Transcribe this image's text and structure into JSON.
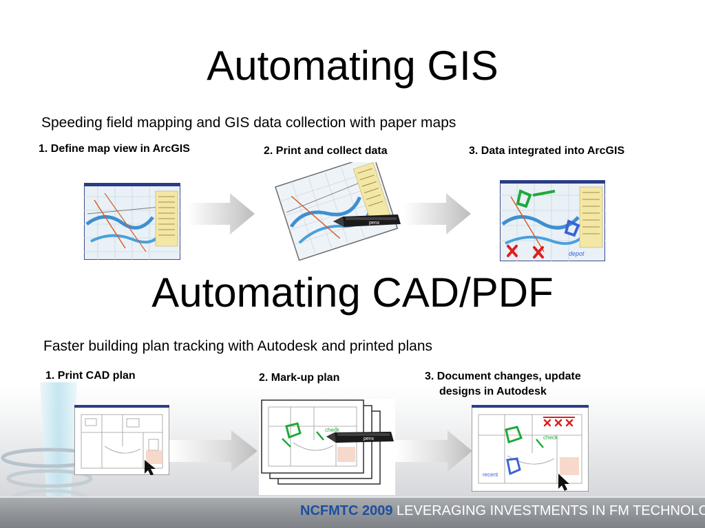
{
  "gis": {
    "title": "Automating GIS",
    "subtitle": "Speeding field mapping and GIS data collection with paper maps",
    "steps": [
      {
        "label": "1. Define map view in ArcGIS"
      },
      {
        "label": "2. Print and collect data"
      },
      {
        "label": "3. Data integrated into ArcGIS"
      }
    ],
    "pen_label": "penx",
    "map_annotation": "depot"
  },
  "cad": {
    "title": "Automating CAD/PDF",
    "subtitle": "Faster building plan tracking with Autodesk and printed plans",
    "steps": [
      {
        "label": "1. Print CAD plan"
      },
      {
        "label": "2. Mark-up plan"
      },
      {
        "label_line1": "3. Document changes, update",
        "label_line2": "designs in Autodesk"
      }
    ],
    "pen_label": "penx",
    "markup_note": "check",
    "plan_annotation": "recent"
  },
  "footer": {
    "brand": "NCFMTC 2009",
    "tagline": "LEVERAGING INVESTMENTS IN FM TECHNOLOGY"
  },
  "colors": {
    "footer_brand": "#1f4e9c",
    "markup_green": "#1fa83a",
    "markup_blue": "#3a63d6",
    "markup_red": "#e01e1e"
  }
}
